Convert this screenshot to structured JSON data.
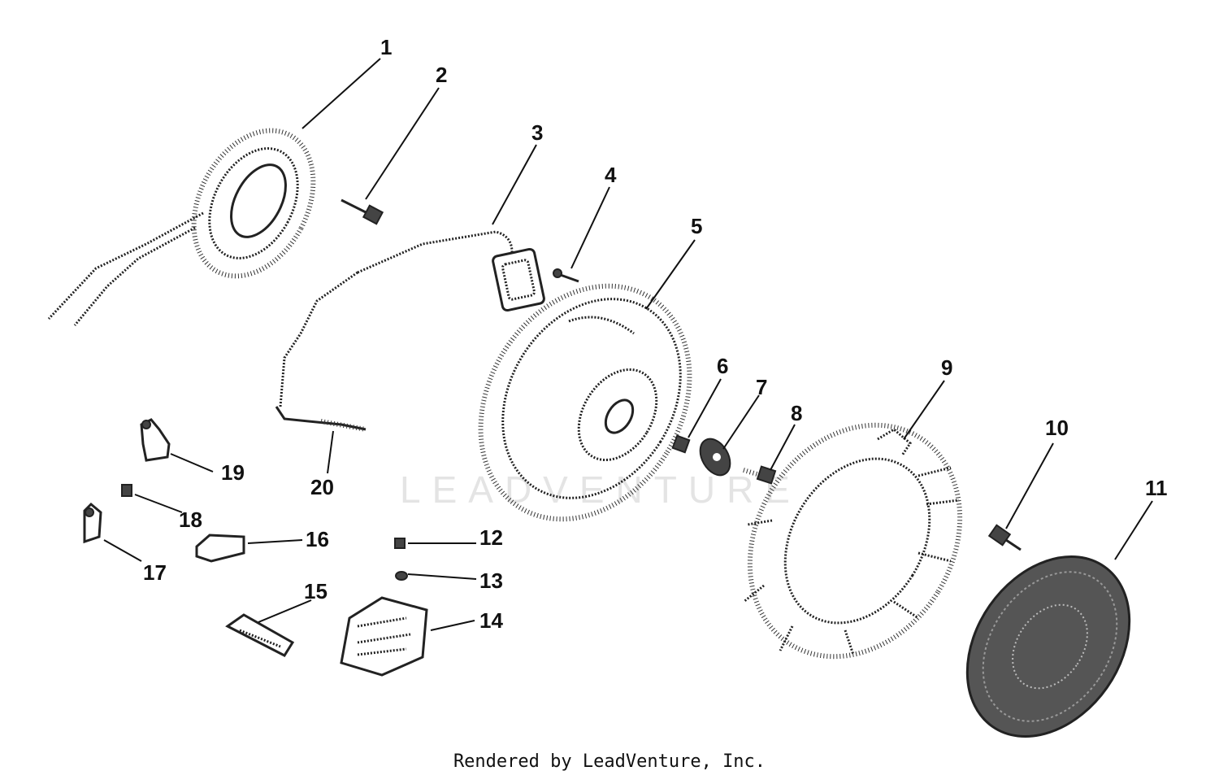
{
  "diagram": {
    "callouts": [
      "1",
      "2",
      "3",
      "4",
      "5",
      "6",
      "7",
      "8",
      "9",
      "10",
      "11",
      "12",
      "13",
      "14",
      "15",
      "16",
      "17",
      "18",
      "19",
      "20"
    ],
    "watermark": "LEADVENTURE",
    "footer": "Rendered by LeadVenture, Inc."
  }
}
